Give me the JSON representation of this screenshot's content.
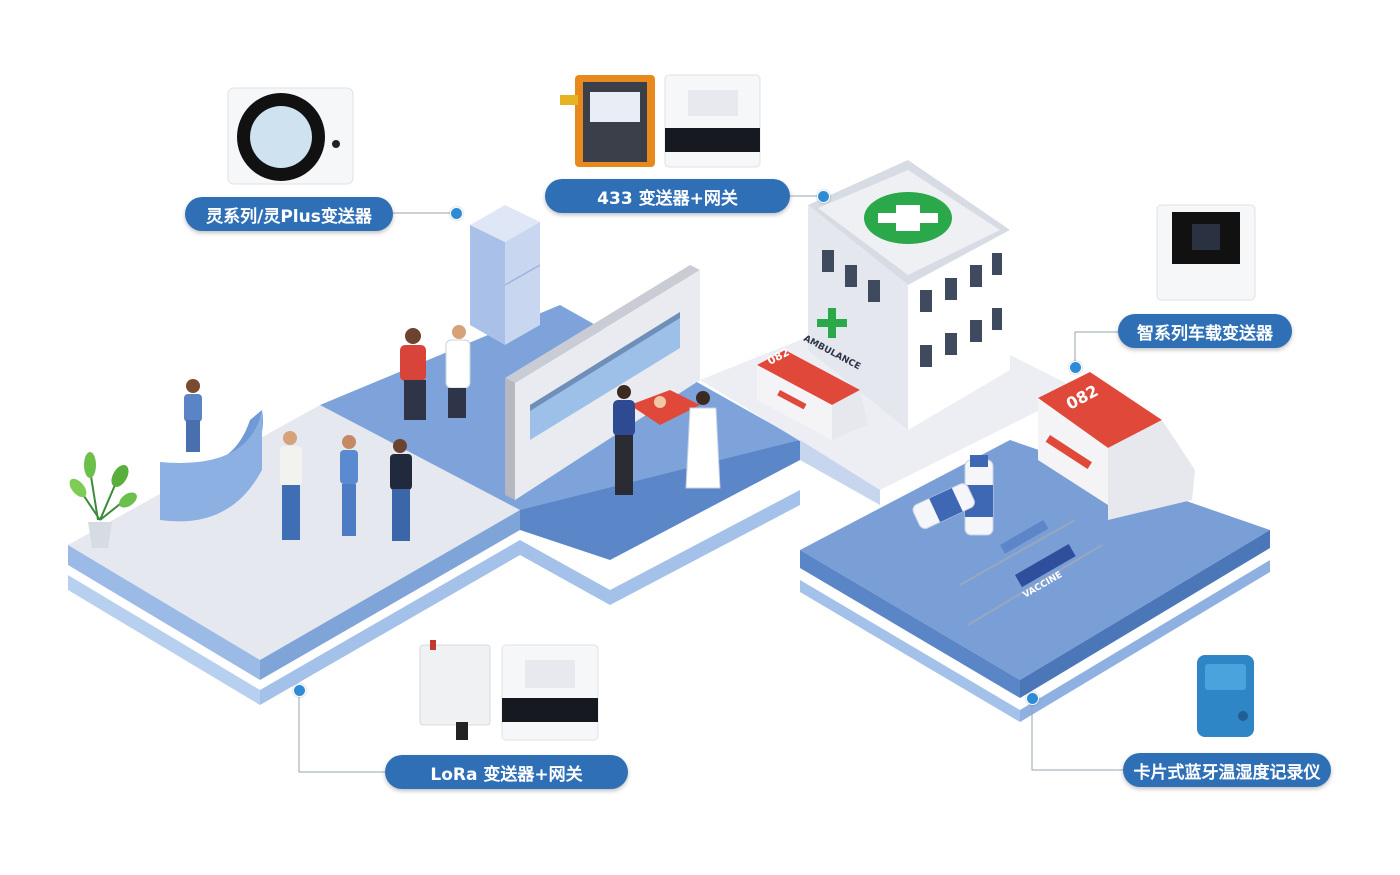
{
  "labels": {
    "ling_series": "灵系列/灵Plus变送器",
    "t433": "433 变送器+网关",
    "zhi_series": "智系列车载变送器",
    "lora": "LoRa 变送器+网关",
    "bluetooth_card": "卡片式蓝牙温湿度记录仪"
  },
  "scene_text": {
    "ambulance_number": "082",
    "ambulance_word": "AMBULANCE",
    "vaccine_word": "VACCINE"
  },
  "icons": [
    "green-cross-icon",
    "refrigerator-icon",
    "potted-plant-icon",
    "syringe-icon",
    "vaccine-vial-icon",
    "ambulance-icon",
    "hospital-building-icon"
  ],
  "colors": {
    "pill": "#2f6fb6",
    "dot": "#2e8bd6",
    "floor_blue": "#7a9fd6",
    "floor_gray": "#e4e6ee",
    "cross_green": "#2aa84a",
    "ambulance_red": "#e0483a"
  }
}
